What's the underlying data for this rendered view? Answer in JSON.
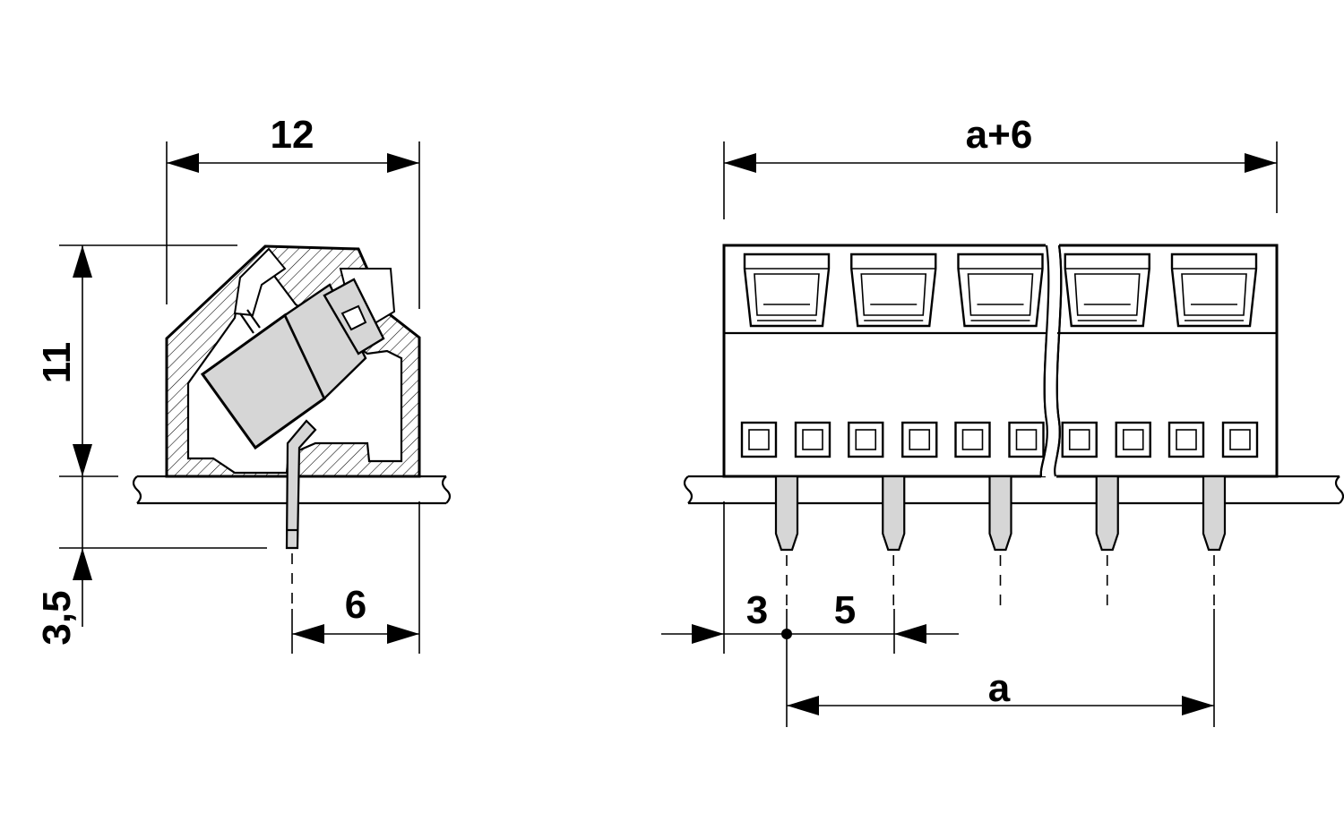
{
  "side_view": {
    "dim_width": "12",
    "dim_height": "11",
    "dim_pin_length": "3,5",
    "dim_pin_offset": "6"
  },
  "front_view": {
    "dim_overall": "a+6",
    "dim_edge": "3",
    "dim_pitch": "5",
    "dim_span": "a",
    "pin_count": 5,
    "wire_entries": 5,
    "test_openings": 10
  },
  "colors": {
    "line": "#000000",
    "body_fill": "#ffffff",
    "insert_fill": "#d6d6d6",
    "pin_fill": "#d6d6d6"
  }
}
